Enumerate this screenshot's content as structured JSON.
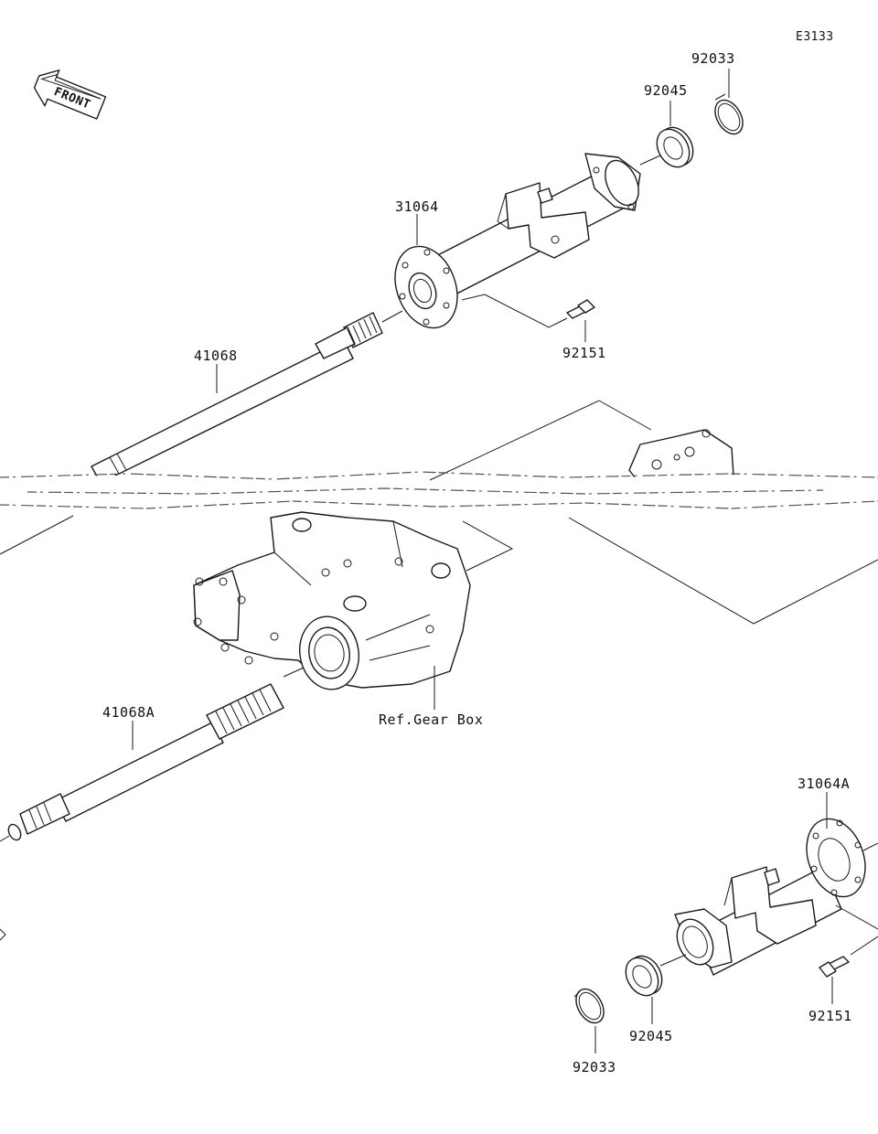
{
  "diagram_code": "E3133",
  "front_arrow_label": "FRONT",
  "callouts": {
    "snap_ring_upper": "92033",
    "bearing_upper": "92045",
    "housing_upper": "31064",
    "bolt_upper": "92151",
    "shaft_upper": "41068",
    "gear_box_ref": "Ref.Gear Box",
    "shaft_lower": "41068A",
    "housing_lower": "31064A",
    "bolt_lower": "92151",
    "bearing_lower": "92045",
    "snap_ring_lower": "92033"
  }
}
